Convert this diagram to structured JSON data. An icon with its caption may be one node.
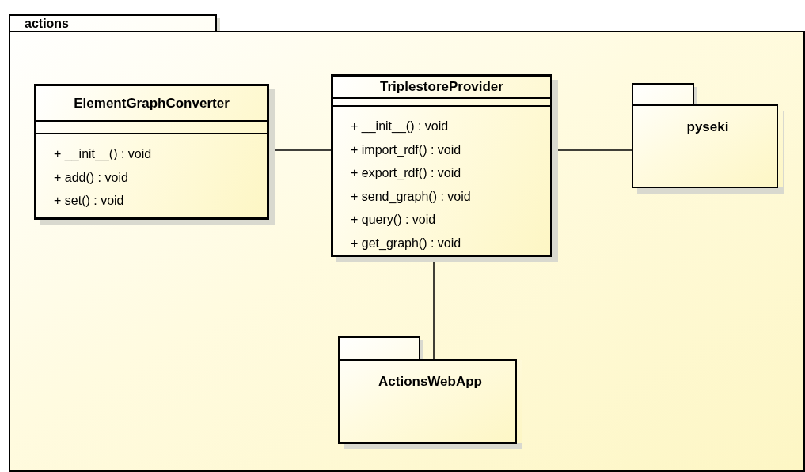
{
  "diagram": {
    "nodes": [
      {
        "text": [
          "actions"
        ]
      },
      {
        "text": [
          "ElementGraphConverter",
          "+ __init__() : void",
          "+ add() : void",
          "+ set() : void"
        ],
        "in": 0
      },
      {
        "text": [
          "TriplestoreProvider",
          "+ __init__() : void",
          "+ import_rdf() : void",
          "+ export_rdf() : void",
          "+ send_graph() : void",
          "+ query() : void",
          "+ get_graph() : void"
        ],
        "in": 0
      },
      {
        "text": [
          "pyseki"
        ],
        "in": 0
      },
      {
        "text": [
          "ActionsWebApp"
        ],
        "in": 0
      }
    ],
    "edges": [
      {
        "from": 1,
        "to": 2,
        "arrow": "none"
      },
      {
        "from": 2,
        "to": 3,
        "arrow": "none"
      },
      {
        "from": 2,
        "to": 4,
        "arrow": "none"
      }
    ]
  }
}
